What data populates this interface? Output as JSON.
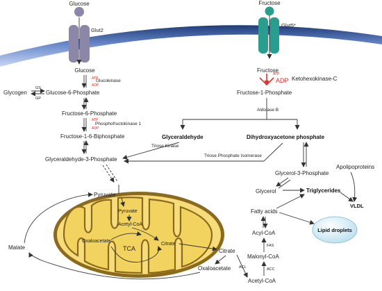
{
  "membrane": {
    "left_sugar": "Glucose",
    "left_transporter": "Glut2",
    "right_sugar": "Fructose",
    "right_transporter": "Glut5*"
  },
  "glucose_path": {
    "glucose": "Glucose",
    "enzyme1_atp": "ATP",
    "enzyme1": "Glucokinase",
    "enzyme1_adp": "ADP",
    "glycogen": "Glycogen",
    "gs": "GS",
    "gp": "GP",
    "g6p": "Glucose-6-Phosphate",
    "f6p": "Fructose-6-Phosphate",
    "enzyme2_atp": "ATP",
    "enzyme2": "Phosphofructokinase 1",
    "enzyme2_adp": "ADP",
    "f16bp": "Fructose-1-6-Biphosphate",
    "g3p": "Glyceraldehyde-3-Phosphate"
  },
  "fructose_path": {
    "fructose": "Fructose",
    "atp": "ATP",
    "adp": "ADP",
    "enzyme": "Ketohexokinase-C",
    "f1p": "Fructose-1-Phosphate",
    "aldolase": "Aldolase B",
    "glyceraldehyde": "Glyceraldehyde",
    "dhap": "Dihydroxyacetone phosphate",
    "triose_kinase": "Triose Kinase",
    "tpi": "Triose Phosphate Isomerase"
  },
  "lipid_path": {
    "glycerol3p": "Glycerol-3-Phosphate",
    "apolipoproteins": "Apolipoproteins",
    "glycerol": "Glycerol",
    "triglycerides": "Triglycerides",
    "vldl": "VLDL",
    "fatty_acids": "Fatty acids",
    "lipid_droplets": "Lipid droplets",
    "acyl_coa": "Acyl-CoA",
    "fas": "FAS",
    "malonyl_coa": "Malonyl-CoA",
    "acc": "ACC",
    "acetyl_coa": "Acetyl-CoA",
    "acl": "ACL"
  },
  "mito": {
    "pyruvate_out": "Pyruvate",
    "pyruvate_in": "Pyruvate",
    "acetyl_coa_in": "Acetyl-CoA",
    "oxaloacetate_in": "Oxaloacetate",
    "tca": "TCA",
    "citrate_in": "Citrate",
    "citrate_out": "Citrate",
    "oxaloacetate_out": "Oxaloacetate",
    "malate": "Malate"
  },
  "colors": {
    "membrane_dark": "#2c4a8c",
    "membrane_light": "#a9bde6",
    "glut2": "#8c86a9",
    "glut5": "#2a9d8f",
    "mito_fill": "#f3d35f",
    "mito_outer": "#8c6a1d",
    "droplet": "#cfeaf5",
    "red": "#d6342f"
  }
}
